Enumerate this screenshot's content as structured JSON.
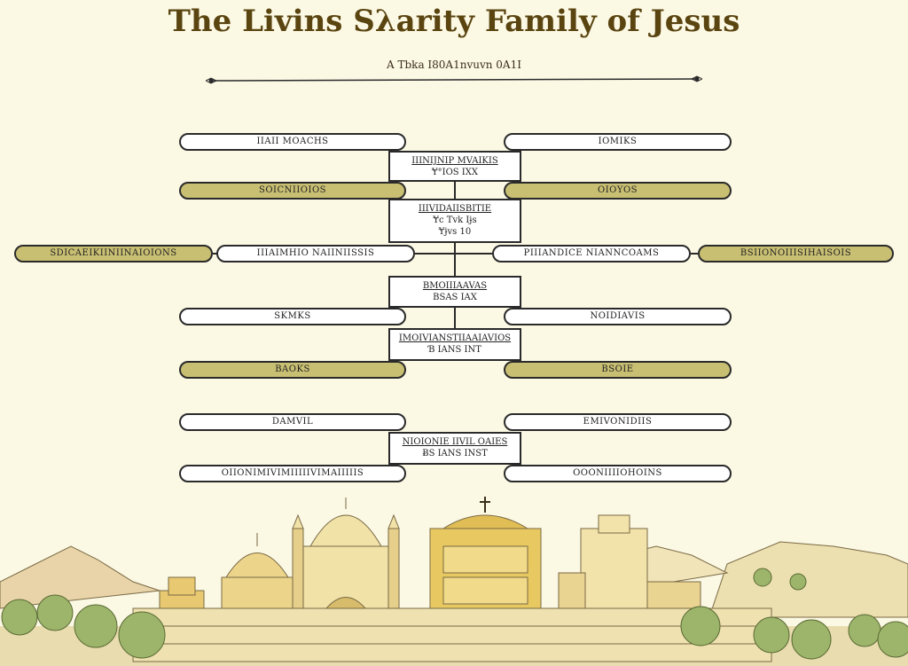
{
  "header": {
    "title": "The Livins Sλarity Family of Jesus",
    "subtitle": "A Tbka I80A1nvuvn 0A1I"
  },
  "colors": {
    "background": "#fbf8e4",
    "olive": "#c8bf73",
    "title": "#5a4410",
    "line": "#2a2a2a"
  },
  "pills": {
    "r1_left": "IIAII MOACHS",
    "r1_right": "IOMIKS",
    "r2_left": "SOICNIIOIOS",
    "r2_right": "OIOYOS",
    "r3_far_left": "SDICAEIKIINIINAIOIONS",
    "r3_left": "IIIAIMHIO NAIINIISSIS",
    "r3_right": "PIIIANDICE NIANNCOAMS",
    "r3_far_right": "BSIIONOIIISIHAISOIS",
    "r4_left": "SKMKS",
    "r4_right": "NOIDIAVIS",
    "r5_left": "BAOKS",
    "r5_right": "BSOIE",
    "r6_left": "DAMVIL",
    "r6_right": "EMIVONIDIIS",
    "r7_left": "OIIONIMIVIMIIIIIVIMAIIIIIS",
    "r7_right": "OOONIIIIOHOINS"
  },
  "boxes": {
    "b1": {
      "l1": "IIINIJNIP MVAIKIS",
      "l2": "Ɏ°IOS  IXX"
    },
    "b2": {
      "l1": "IIIVIDAIISBITIE",
      "l2": "Ɏc  Tvk  Iɉs",
      "l3": "Ɏɉvs    10"
    },
    "b3": {
      "l1": "BMOIIIAAVAS",
      "l2": "BSAS  IAX"
    },
    "b4": {
      "l1": "IMOIVIANSTIIAAIAVIOS",
      "l2": "Ɓ  IANS  INT"
    },
    "b5": {
      "l1": "NIOIONIE  IIVIL  OAIES",
      "l2": "ɃS  IANS  INST"
    }
  }
}
